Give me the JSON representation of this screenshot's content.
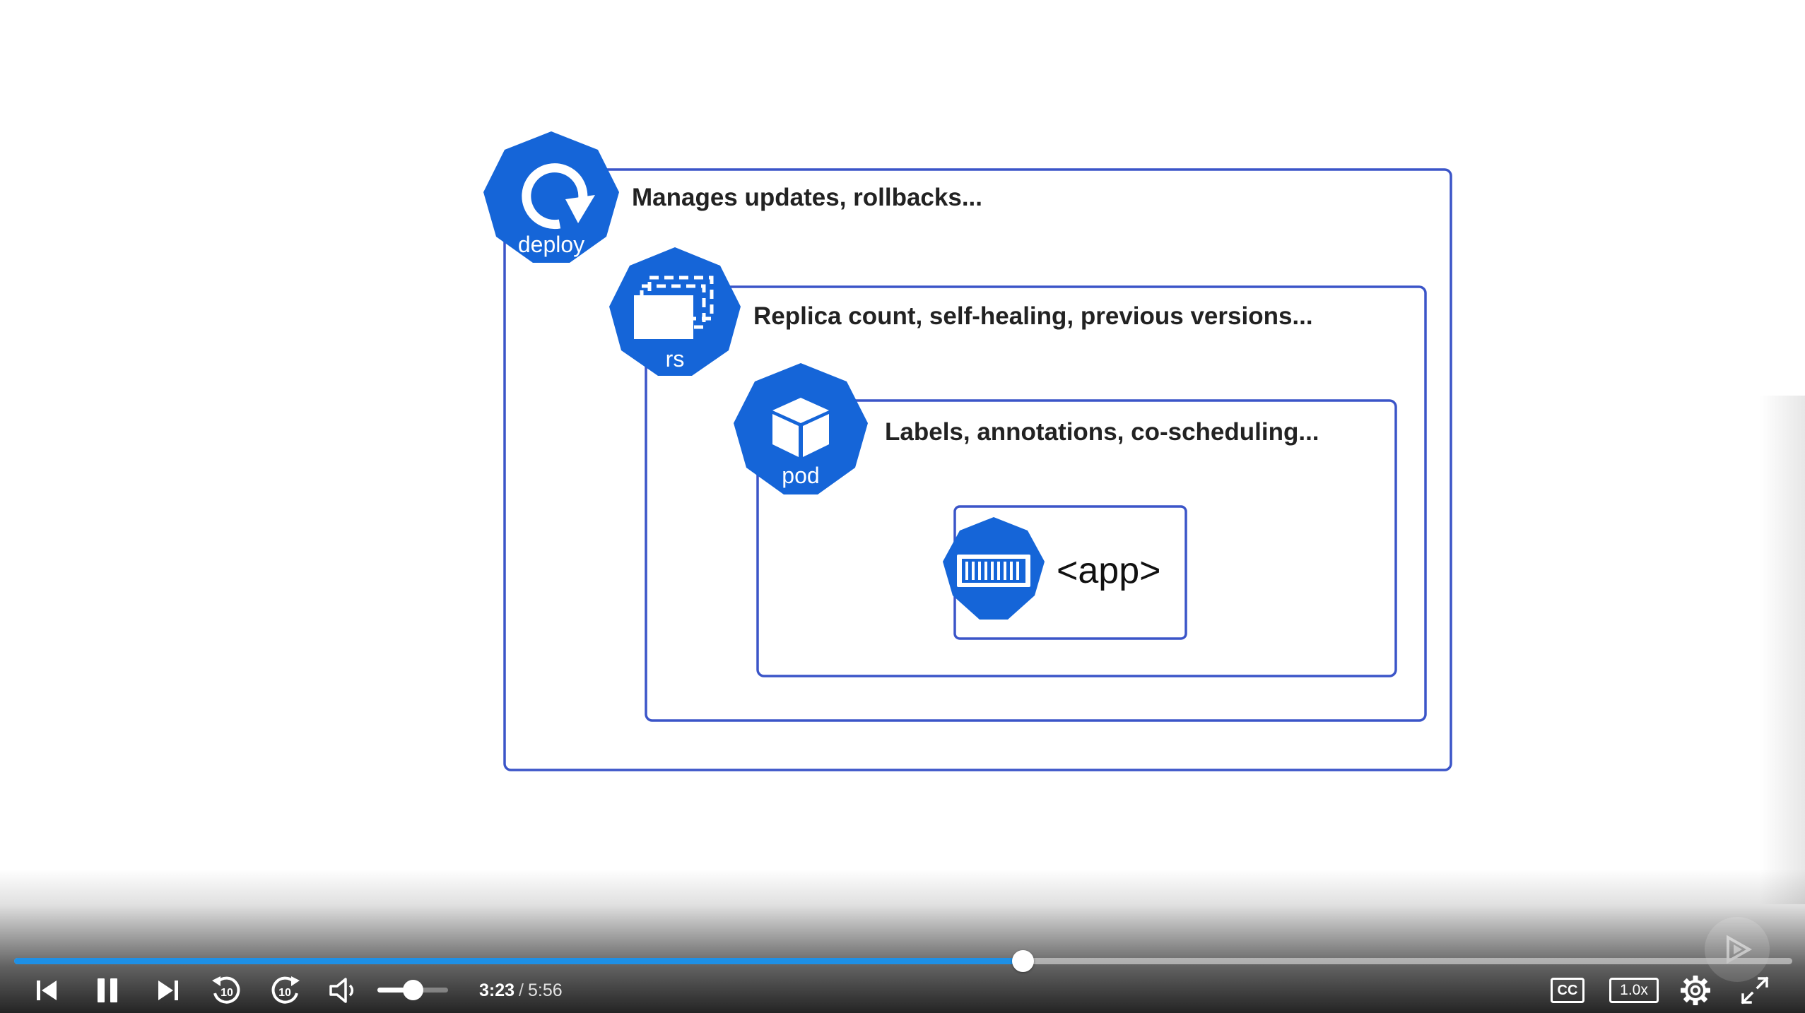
{
  "diagram": {
    "deploy": {
      "badge": "deploy",
      "text": "Manages updates, rollbacks..."
    },
    "rs": {
      "badge": "rs",
      "text": "Replica count, self-healing, previous versions..."
    },
    "pod": {
      "badge": "pod",
      "text": "Labels, annotations, co-scheduling..."
    },
    "app": {
      "label": "<app>"
    },
    "colors": {
      "border": "#3b55c8",
      "hex": "#1565d8",
      "text": "#222222"
    }
  },
  "player": {
    "current_time": "3:23",
    "separator": "/",
    "duration": "5:56",
    "progress_fraction": 0.567,
    "volume_fraction": 0.5,
    "cc_label": "CC",
    "speed_label": "1.0x",
    "accent_color": "#1e90e6",
    "icons": {
      "previous": "skip-previous-icon",
      "pause": "pause-icon",
      "next": "skip-next-icon",
      "rewind": "rewind-10-icon",
      "forward": "forward-10-icon",
      "volume": "volume-icon",
      "settings": "gear-icon",
      "fullscreen": "fullscreen-icon",
      "watermark": "play-logo-icon"
    }
  }
}
